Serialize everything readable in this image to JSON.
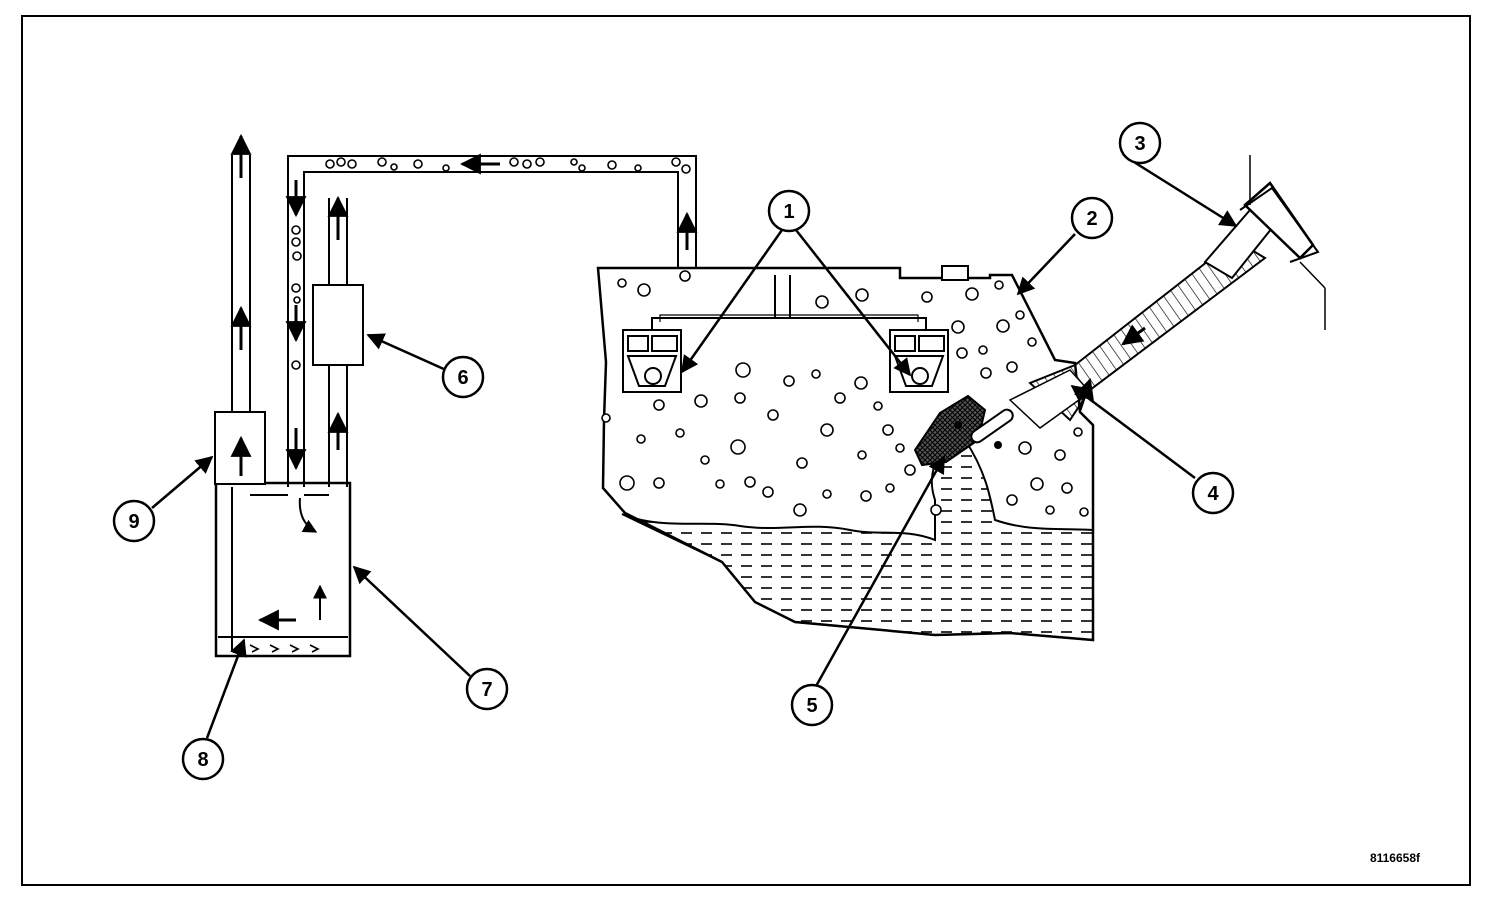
{
  "callouts": [
    {
      "id": "callout-1",
      "number": "1"
    },
    {
      "id": "callout-2",
      "number": "2"
    },
    {
      "id": "callout-3",
      "number": "3"
    },
    {
      "id": "callout-4",
      "number": "4"
    },
    {
      "id": "callout-5",
      "number": "5"
    },
    {
      "id": "callout-6",
      "number": "6"
    },
    {
      "id": "callout-7",
      "number": "7"
    },
    {
      "id": "callout-8",
      "number": "8"
    },
    {
      "id": "callout-9",
      "number": "9"
    }
  ],
  "figure_id": "8116658f"
}
